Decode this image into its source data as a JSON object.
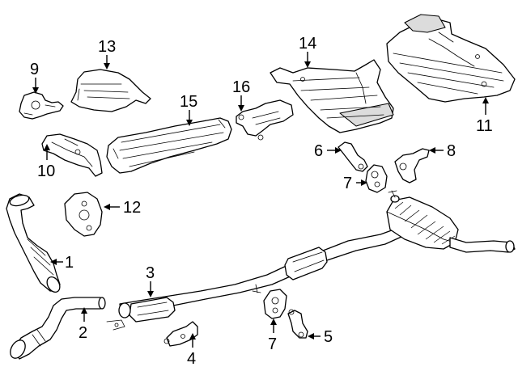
{
  "diagram": {
    "callouts": [
      {
        "id": "c1",
        "label": "1"
      },
      {
        "id": "c2",
        "label": "2"
      },
      {
        "id": "c3",
        "label": "3"
      },
      {
        "id": "c4",
        "label": "4"
      },
      {
        "id": "c5",
        "label": "5"
      },
      {
        "id": "c6",
        "label": "6"
      },
      {
        "id": "c7a",
        "label": "7"
      },
      {
        "id": "c7b",
        "label": "7"
      },
      {
        "id": "c8",
        "label": "8"
      },
      {
        "id": "c9",
        "label": "9"
      },
      {
        "id": "c10",
        "label": "10"
      },
      {
        "id": "c11",
        "label": "11"
      },
      {
        "id": "c12",
        "label": "12"
      },
      {
        "id": "c13",
        "label": "13"
      },
      {
        "id": "c14",
        "label": "14"
      },
      {
        "id": "c15",
        "label": "15"
      },
      {
        "id": "c16",
        "label": "16"
      }
    ]
  }
}
